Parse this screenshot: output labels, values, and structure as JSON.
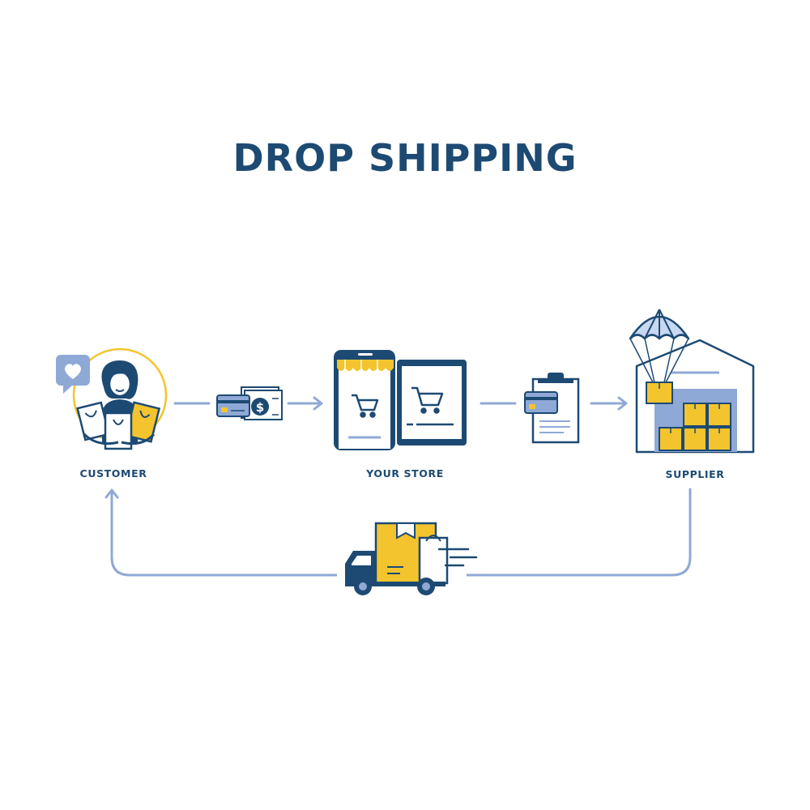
{
  "title": "DROP SHIPPING",
  "nodes": {
    "customer": {
      "label": "CUSTOMER"
    },
    "store": {
      "label": "YOUR STORE"
    },
    "supplier": {
      "label": "SUPPLIER"
    }
  },
  "colors": {
    "navy": "#1d4a73",
    "light_blue": "#8fa9d6",
    "pale_blue": "#c9d8f2",
    "yellow": "#f3c42e",
    "white": "#ffffff"
  },
  "icons": {
    "customer": "customer-with-shopping-bags-icon",
    "payment": "card-and-cash-icon",
    "store": "phone-and-tablet-store-icon",
    "order": "clipboard-order-with-card-icon",
    "supplier": "warehouse-with-parachute-box-icon",
    "delivery": "delivery-truck-icon"
  }
}
